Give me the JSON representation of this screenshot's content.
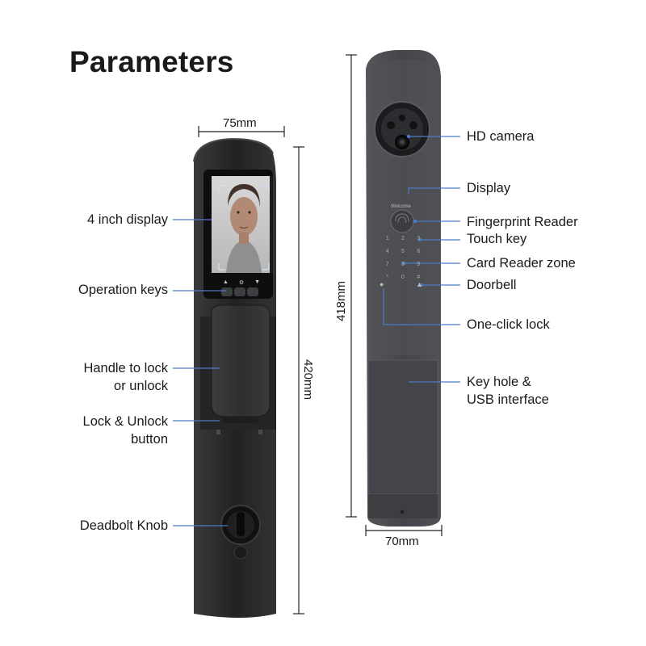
{
  "heading": "Parameters",
  "front_view": {
    "width_dim": "75mm",
    "height_dim": "420mm",
    "labels": {
      "display": "4 inch display",
      "operation_keys": "Operation keys",
      "handle_line1": "Handle to lock",
      "handle_line2": "or unlock",
      "lock_line1": "Lock & Unlock",
      "lock_line2": "button",
      "deadbolt": "Deadbolt Knob"
    },
    "key_glyphs": [
      "▲",
      "⚙",
      "▼"
    ]
  },
  "back_view": {
    "width_dim": "70mm",
    "height_dim": "418mm",
    "screen_text": "Welcome",
    "labels": {
      "camera": "HD camera",
      "display": "Display",
      "fingerprint": "Fingerprint Reader",
      "touch_key": "Touch key",
      "card_reader": "Card Reader zone",
      "doorbell": "Doorbell",
      "one_click": "One-click lock",
      "keyhole_line1": "Key hole &",
      "keyhole_line2": "USB interface"
    },
    "keypad": [
      "1",
      "2",
      "3",
      "4",
      "5",
      "6",
      "7",
      "8",
      "9",
      "*",
      "0",
      "#"
    ]
  },
  "colors": {
    "callout_line": "#4a7cc4",
    "dimension_line": "#222222",
    "lock_body": "#2a2a2c",
    "back_body": "#4b4c50"
  }
}
